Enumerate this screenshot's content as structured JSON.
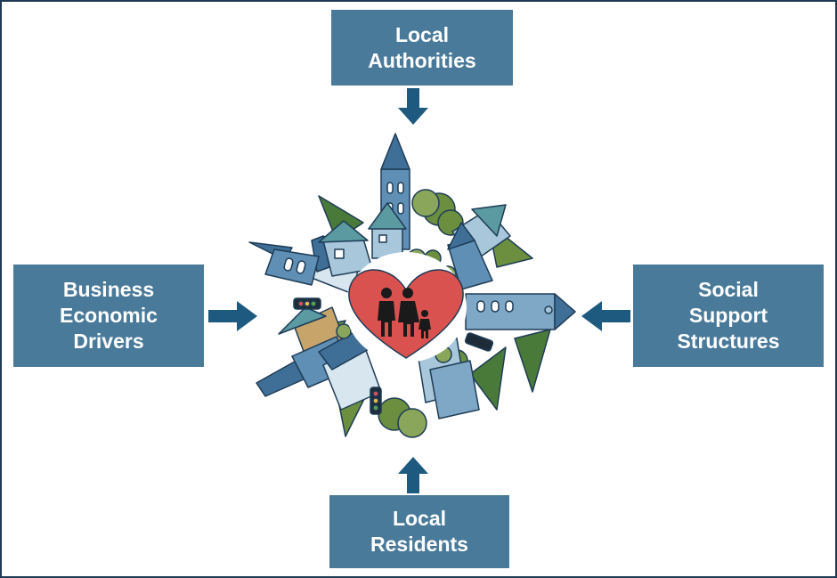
{
  "nodes": {
    "top": {
      "lines": [
        "Local",
        "Authorities"
      ]
    },
    "left": {
      "lines": [
        "Business",
        "Economic",
        "Drivers"
      ]
    },
    "right": {
      "lines": [
        "Social",
        "Support",
        "Structures"
      ]
    },
    "bottom": {
      "lines": [
        "Local",
        "Residents"
      ]
    }
  },
  "icons": {
    "center": "family-heart-icon",
    "surround": "town-buildings-illustration"
  },
  "colors": {
    "box_fill": "#4a7a9a",
    "arrow_fill": "#1e5a80",
    "heart": "#d9524f",
    "frame": "#1f3a52"
  }
}
